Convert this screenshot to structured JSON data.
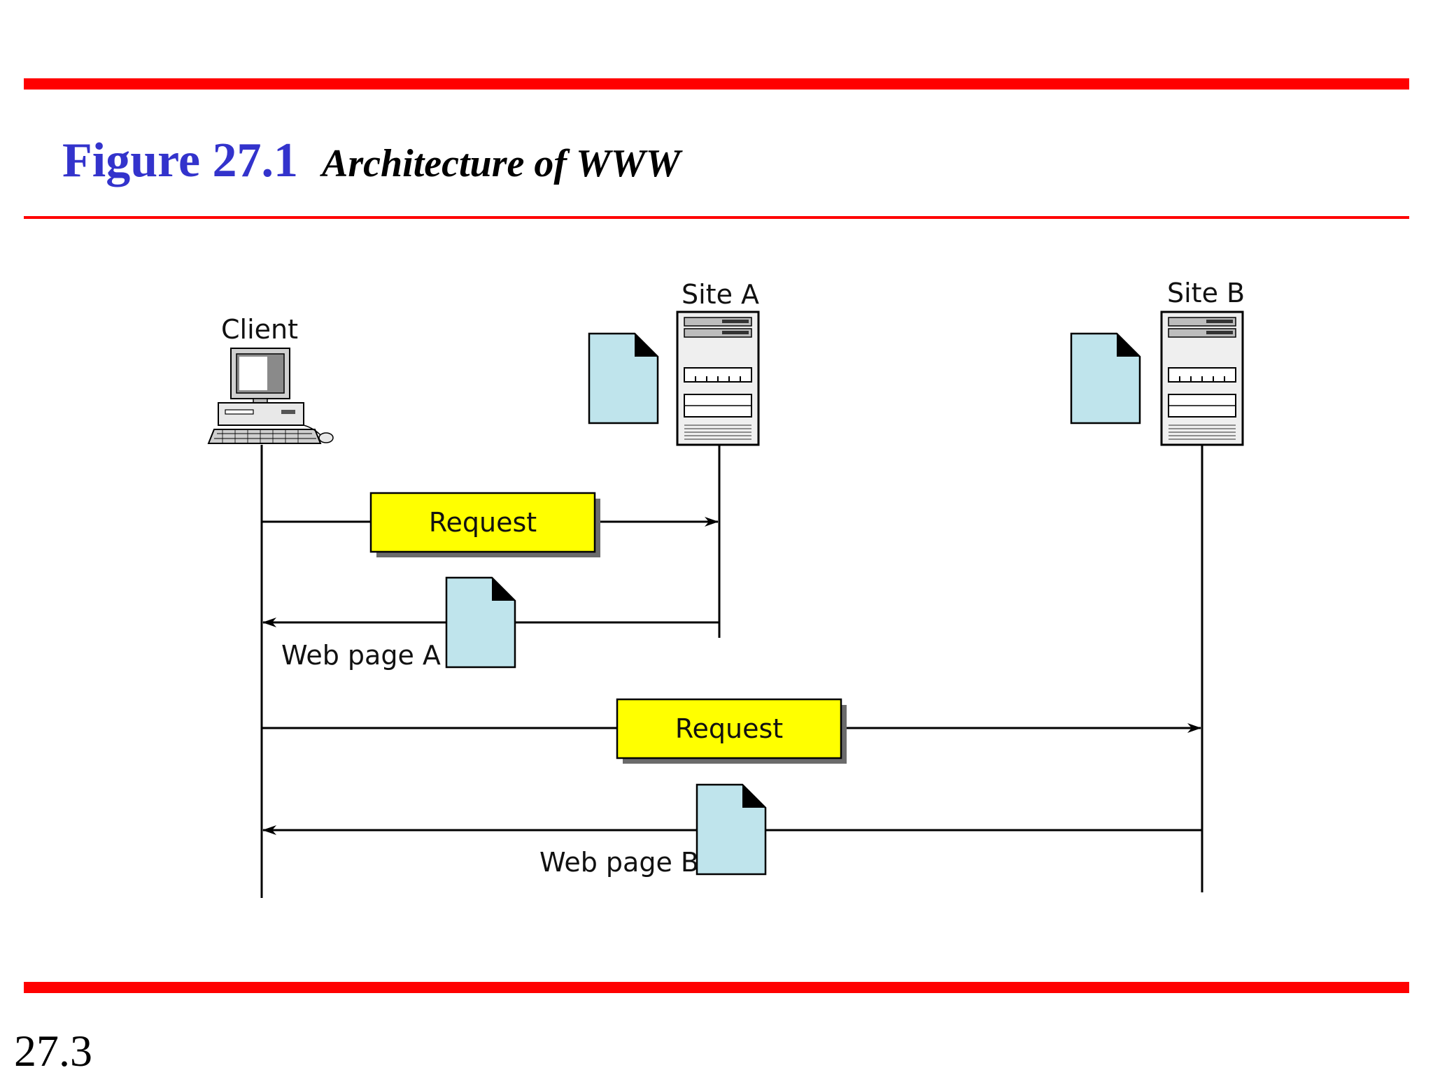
{
  "header": {
    "figure_number": "Figure 27.1",
    "figure_caption": "Architecture of WWW"
  },
  "diagram": {
    "client_label": "Client",
    "site_a_label": "Site A",
    "site_b_label": "Site B",
    "request_label_1": "Request",
    "request_label_2": "Request",
    "response_label_a": "Web page A",
    "response_label_b": "Web page B"
  },
  "colors": {
    "rule": "#ff0000",
    "figure_number": "#3333cc",
    "request_box": "#ffff00",
    "document": "#bfe4ec"
  },
  "footer": {
    "slide_number": "27.3"
  }
}
